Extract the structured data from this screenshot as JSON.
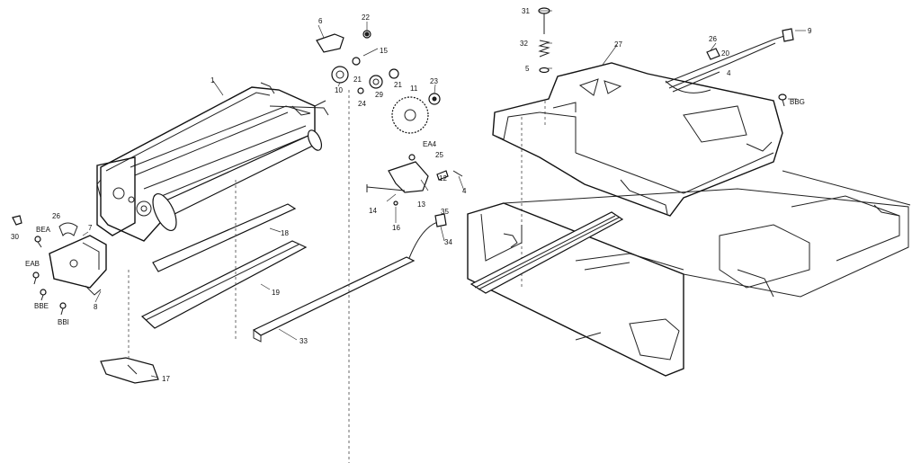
{
  "labels": {
    "l1": "1",
    "l4": "4",
    "l5": "5",
    "l6": "6",
    "l7": "7",
    "l8": "8",
    "l9": "9",
    "l10": "10",
    "l11": "11",
    "l12": "12",
    "l13": "13",
    "l14": "14",
    "l15": "15",
    "l16": "16",
    "l17": "17",
    "l18": "18",
    "l19": "19",
    "l20": "20",
    "l21a": "21",
    "l21b": "21",
    "l22": "22",
    "l23": "23",
    "l24": "24",
    "l25": "25",
    "l26a": "26",
    "l26b": "26",
    "l27": "27",
    "l29": "29",
    "l30": "30",
    "l31": "31",
    "l32": "32",
    "l33": "33",
    "l34": "34",
    "l35": "35",
    "lEA4": "EA4",
    "lEAB": "EAB",
    "lBBE": "BBE",
    "lBBI": "BBI",
    "lBEA": "BEA",
    "lBBG": "BBG"
  }
}
